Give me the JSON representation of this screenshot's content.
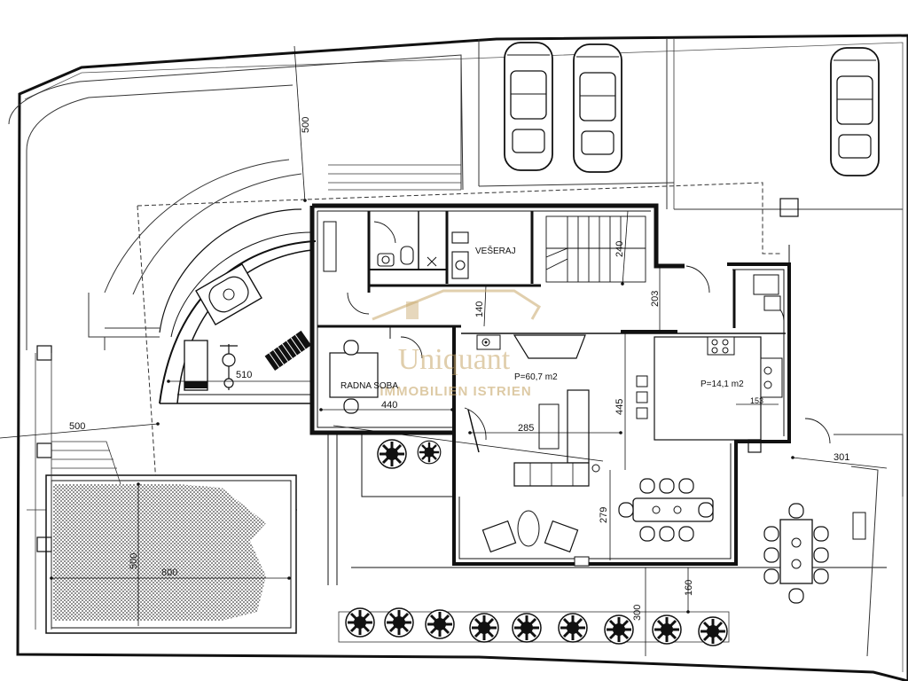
{
  "rooms": {
    "veseraj": "VEŠERAJ",
    "radna_soba": "RADNA SOBA",
    "living_area": "P=60,7 m2",
    "kitchen_area": "P=14,1 m2"
  },
  "dimensions": {
    "d500_top": "500",
    "d240": "240",
    "d203": "203",
    "d140": "140",
    "d510": "510",
    "d440": "440",
    "d445": "445",
    "d285": "285",
    "d153": "153",
    "d500_left": "500",
    "d301": "301",
    "d279": "279",
    "d500_pool": "500",
    "d800": "800",
    "d160": "160",
    "d300": "300"
  },
  "watermark": {
    "logo_text": "Uniquant",
    "tagline": "IMMOBILIEN ISTRIEN",
    "color": "#c8a76a"
  }
}
